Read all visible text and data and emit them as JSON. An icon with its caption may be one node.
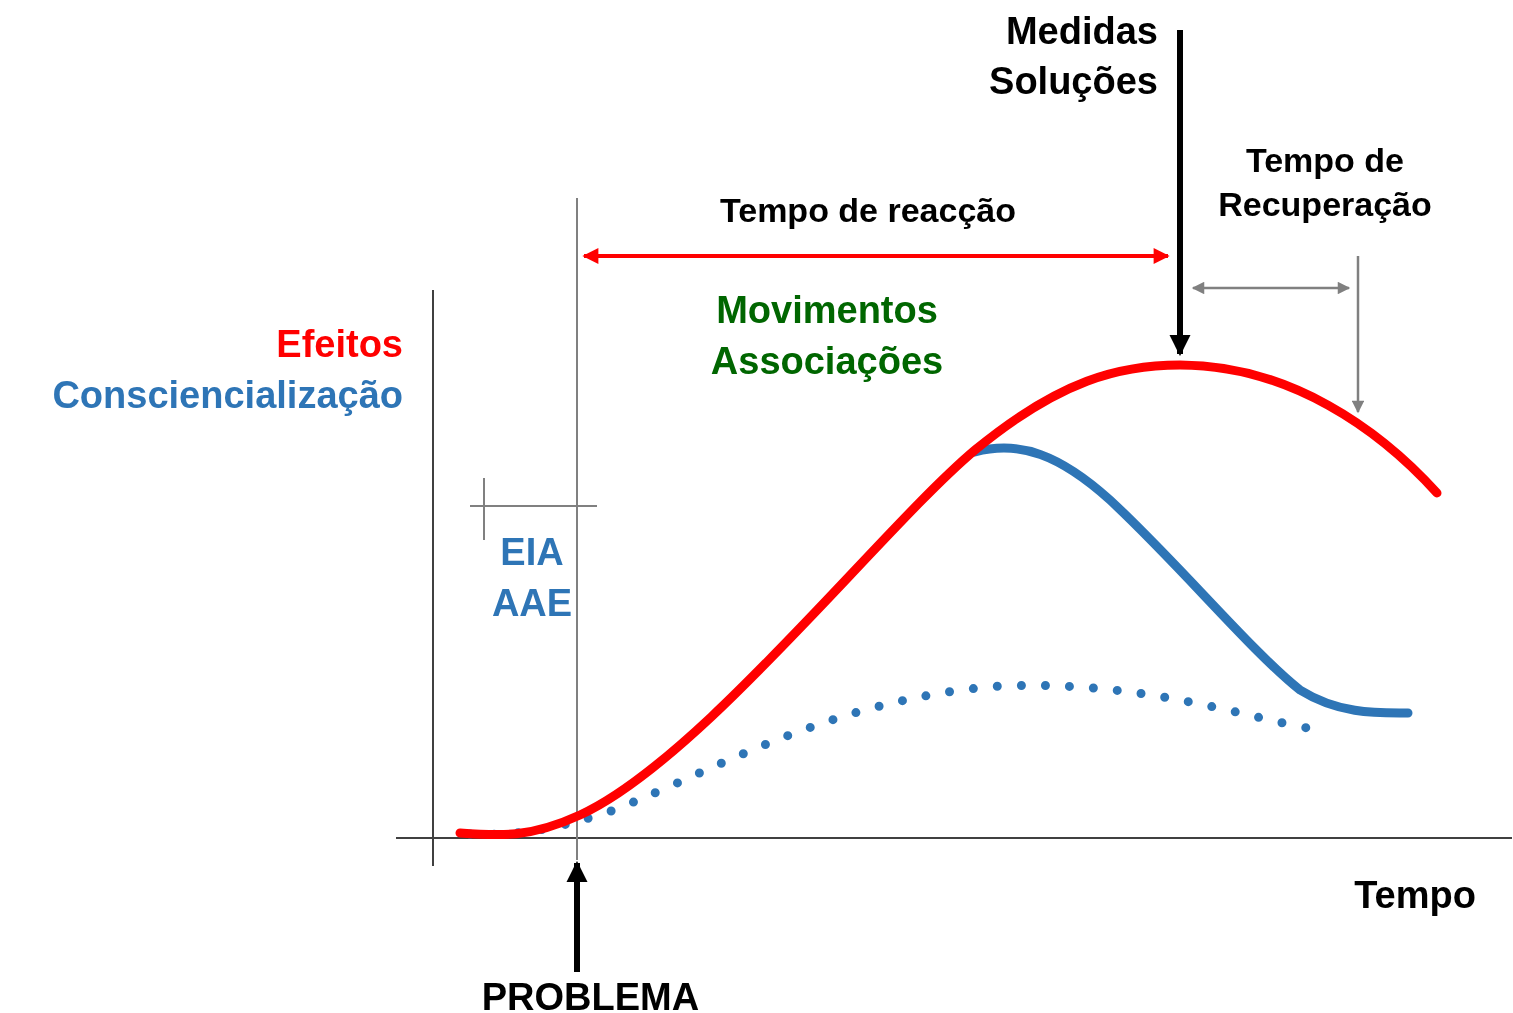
{
  "diagram": {
    "nodes": [
      {
        "text": [
          "Medidas",
          "Soluções"
        ]
      },
      {
        "text": [
          "PROBLEMA"
        ]
      }
    ],
    "edges": [
      {
        "from": 0,
        "to": null,
        "arrow": "to"
      },
      {
        "from": 1,
        "to": null,
        "arrow": "to"
      }
    ],
    "labels": [
      "Tempo de reacção",
      "Tempo de Recuperação",
      "Movimentos",
      "Associações",
      "Efeitos",
      "Consciencialização",
      "EIA",
      "AAE",
      "Tempo"
    ]
  }
}
